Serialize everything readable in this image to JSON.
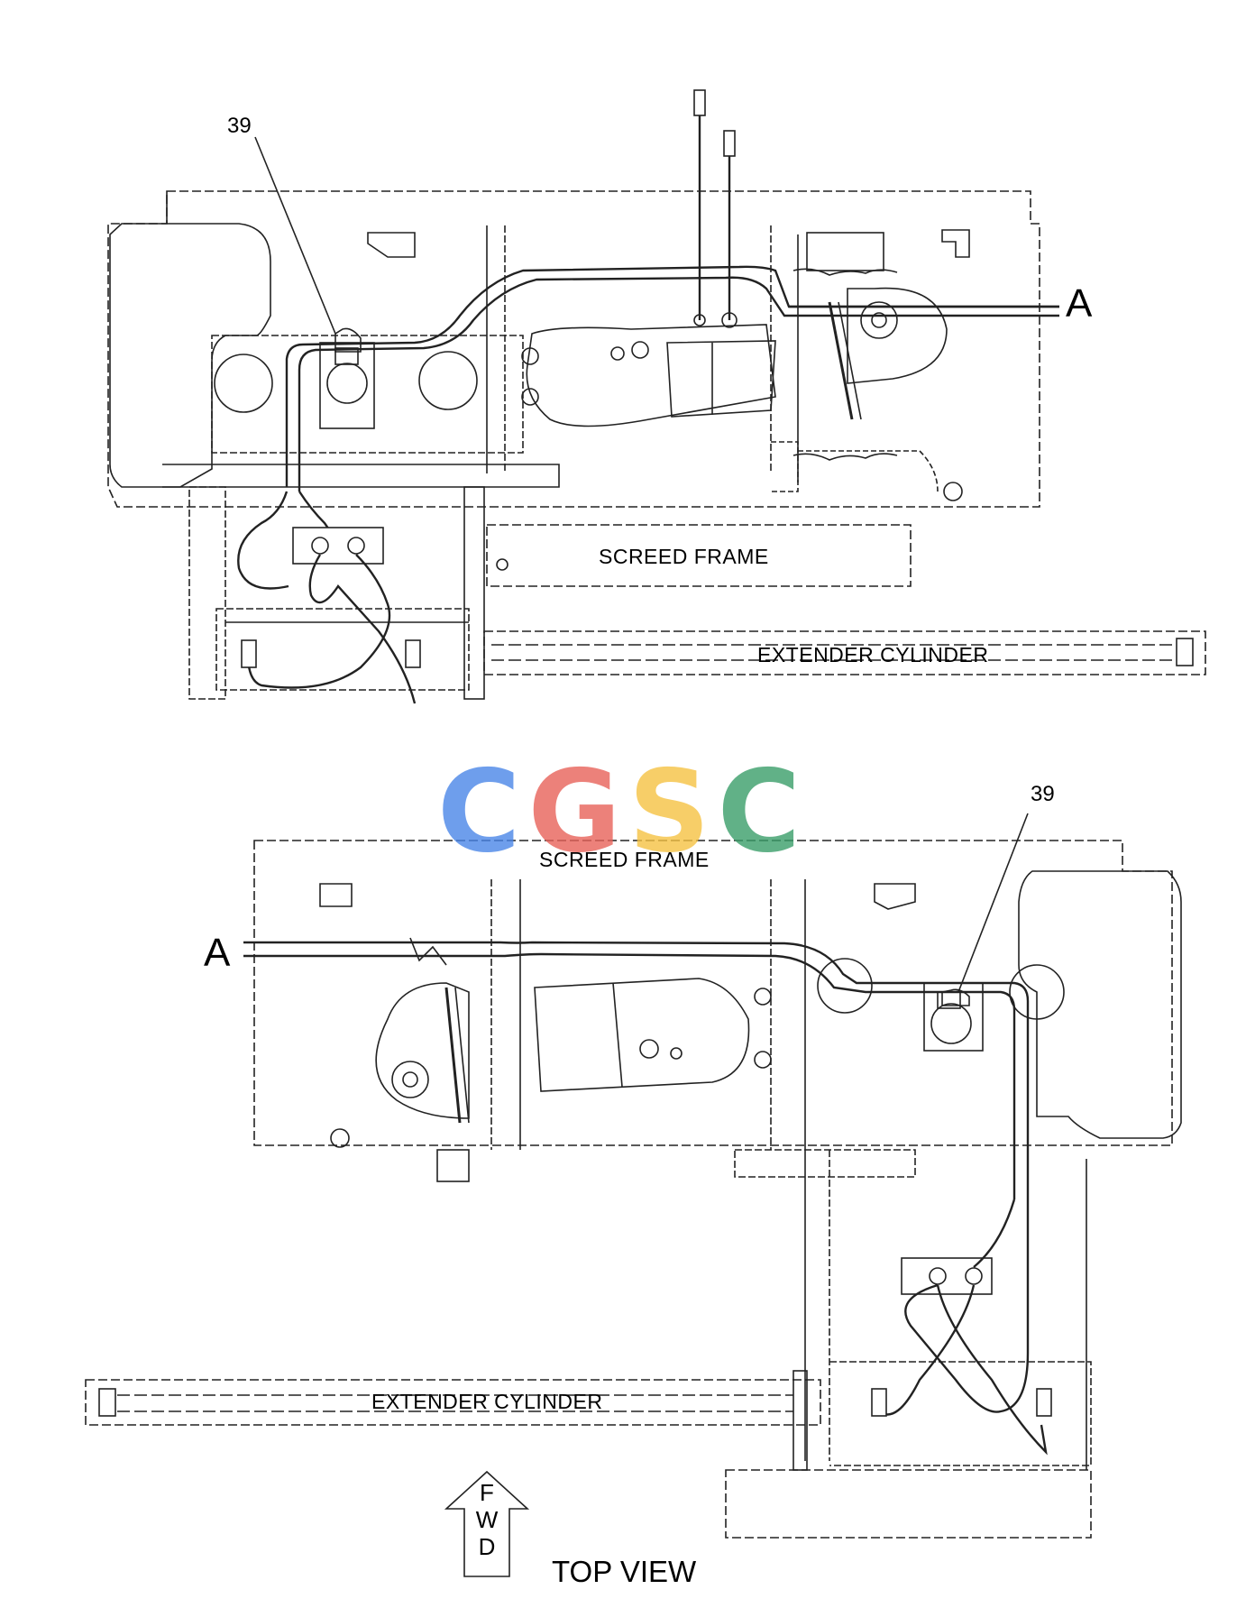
{
  "callouts": {
    "top": "39",
    "bottom": "39"
  },
  "refs": {
    "top": "A",
    "bottom": "A"
  },
  "labels": {
    "screed_frame_top": "SCREED FRAME",
    "extender_top": "EXTENDER CYLINDER",
    "screed_frame_bottom": "SCREED FRAME",
    "extender_bottom": "EXTENDER CYLINDER",
    "view": "TOP VIEW"
  },
  "fwd": {
    "l1": "F",
    "l2": "W",
    "l3": "D"
  },
  "watermark": {
    "letters": [
      "C",
      "G",
      "S",
      "C"
    ],
    "colors": [
      "#4a86e8",
      "#e8625a",
      "#f6c343",
      "#3a9e6a"
    ]
  }
}
